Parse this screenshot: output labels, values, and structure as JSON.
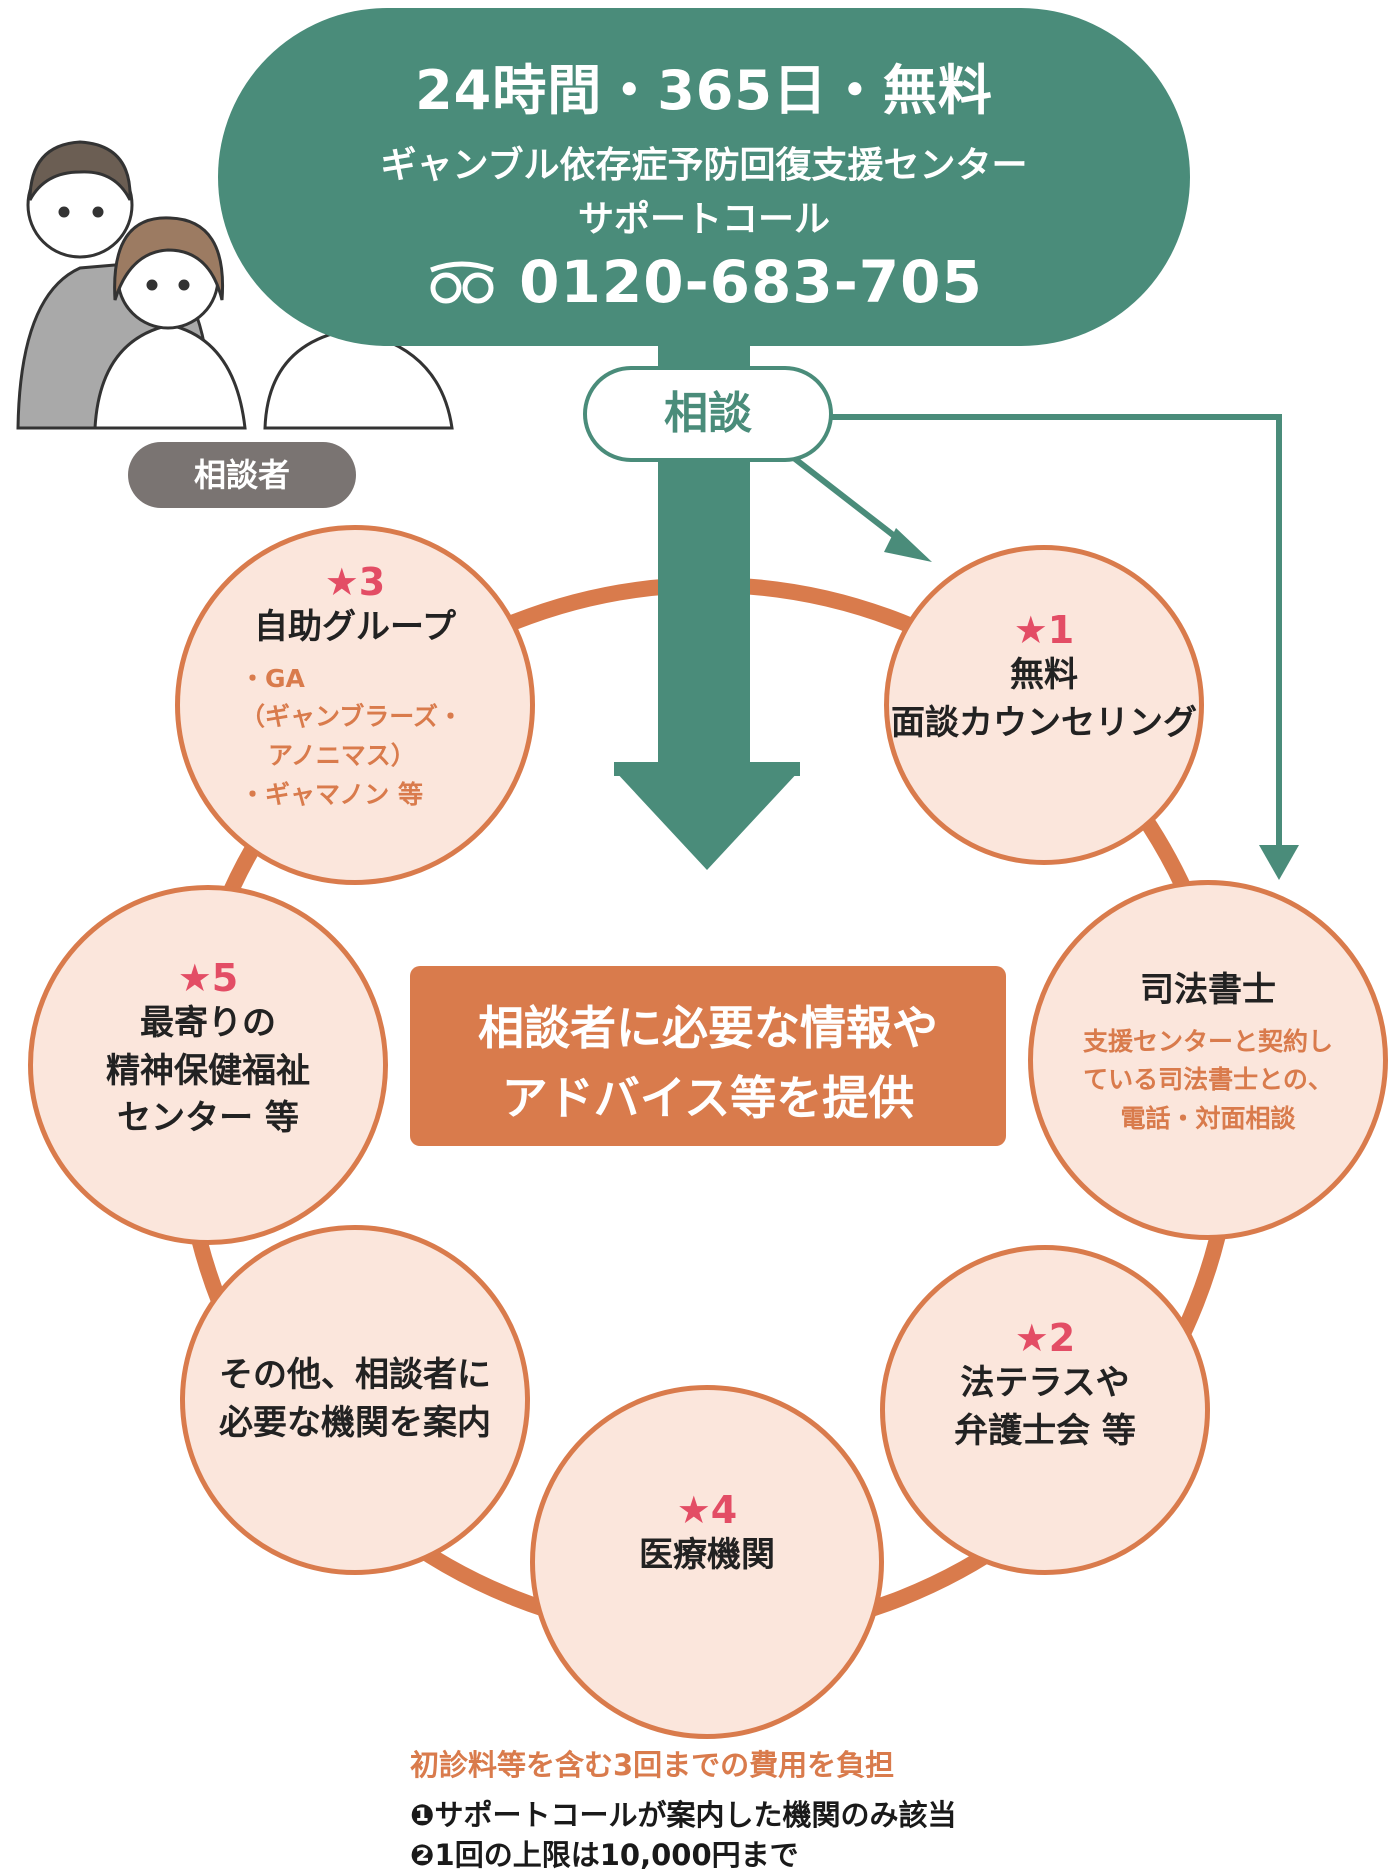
{
  "header": {
    "title": "24時間・365日・無料",
    "center_name": "ギャンブル依存症予防回復支援センター",
    "line_name": "サポートコール",
    "phone_icon": "freedial-icon",
    "phone": "0120-683-705"
  },
  "consult_label": "相談",
  "consultant_label": "相談者",
  "center_box": {
    "line1": "相談者に必要な情報や",
    "line2": "アドバイス等を提供"
  },
  "nodes": {
    "counseling": {
      "star": "★1",
      "title1": "無料",
      "title2": "面談カウンセリング"
    },
    "scrivener": {
      "title": "司法書士",
      "sub1": "支援センターと契約し",
      "sub2": "ている司法書士との、",
      "sub3": "電話・対面相談"
    },
    "houterasu": {
      "star": "★2",
      "title1": "法テラスや",
      "title2": "弁護士会 等"
    },
    "medical": {
      "star": "★4",
      "title": "医療機関"
    },
    "other": {
      "title1": "その他、相談者に",
      "title2": "必要な機関を案内"
    },
    "mental": {
      "star": "★5",
      "title1": "最寄りの",
      "title2": "精神保健福祉",
      "title3": "センター 等"
    },
    "selfhelp": {
      "star": "★3",
      "title": "自助グループ",
      "sub1": "・GA",
      "sub2": "（ギャンブラーズ・",
      "sub3": "アノニマス）",
      "sub4": "・ギャマノン 等"
    }
  },
  "footer": {
    "note": "初診料等を含む3回までの費用を負担",
    "item1": "❶サポートコールが案内した機関のみ該当",
    "item2": "❷1回の上限は10,000円まで"
  },
  "colors": {
    "green": "#4a8c7a",
    "orange": "#d97b4c",
    "peach": "#fbe6dc",
    "star_red": "#e34d65",
    "badge_gray": "#7a7472"
  }
}
